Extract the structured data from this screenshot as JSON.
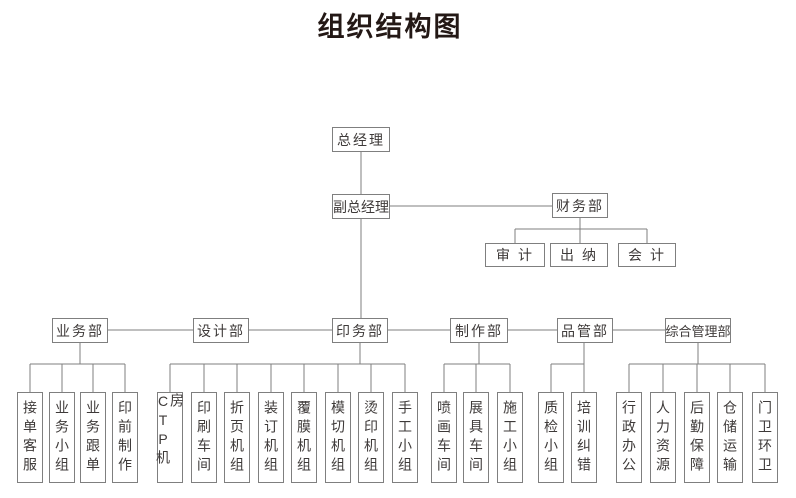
{
  "title": "组织结构图",
  "colors": {
    "title_text": "#231815",
    "node_text": "#3e3a39",
    "node_border": "#7f7f7f",
    "connector_line": "#7f7f7f",
    "background": "#ffffff"
  },
  "org": {
    "root": {
      "label": "总经理"
    },
    "deputy": {
      "label": "副总经理"
    },
    "finance": {
      "label": "财务部",
      "children": [
        "审计",
        "出纳",
        "会计"
      ]
    },
    "departments": [
      {
        "label": "业务部",
        "children": [
          "接单客服",
          "业务小组",
          "业务跟单",
          "印前制作"
        ]
      },
      {
        "label": "设计部",
        "children": []
      },
      {
        "label": "印务部",
        "children": [
          "CTP机房",
          "印刷车间",
          "折页机组",
          "装订机组",
          "覆膜机组",
          "模切机组",
          "烫印机组",
          "手工小组"
        ]
      },
      {
        "label": "制作部",
        "children": [
          "喷画车间",
          "展具车间",
          "施工小组"
        ]
      },
      {
        "label": "品管部",
        "children": [
          "质检小组",
          "培训纠错"
        ]
      },
      {
        "label": "综合管理部",
        "children": [
          "行政办公",
          "人力资源",
          "后勤保障",
          "仓储运输",
          "门卫环卫"
        ]
      }
    ]
  }
}
